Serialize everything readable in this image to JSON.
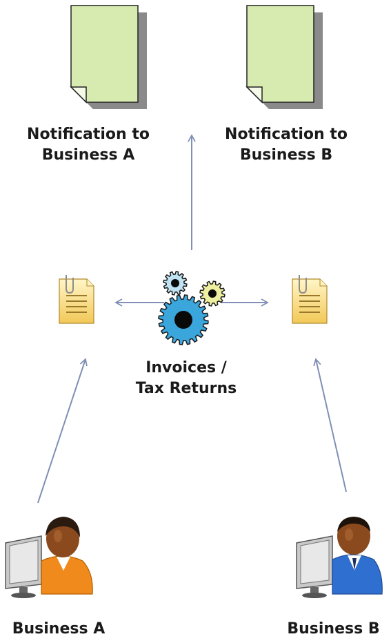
{
  "notifications": {
    "a": {
      "line1": "Notification to",
      "line2": "Business A"
    },
    "b": {
      "line1": "Notification to",
      "line2": "Business B"
    }
  },
  "center": {
    "line1": "Invoices /",
    "line2": "Tax Returns"
  },
  "actors": {
    "a": {
      "label": "Business A"
    },
    "b": {
      "label": "Business B"
    }
  },
  "colors": {
    "arrow": "#7f8fb5",
    "doc_fill": "#d7ebb0",
    "doc_shadow": "#8a8a8a",
    "gear_blue": "#3aa6dc",
    "gear_light": "#bfe3f2",
    "gear_yellow": "#eef0a0",
    "shirt_a": "#f08a1c",
    "shirt_b": "#2f6fcf"
  }
}
